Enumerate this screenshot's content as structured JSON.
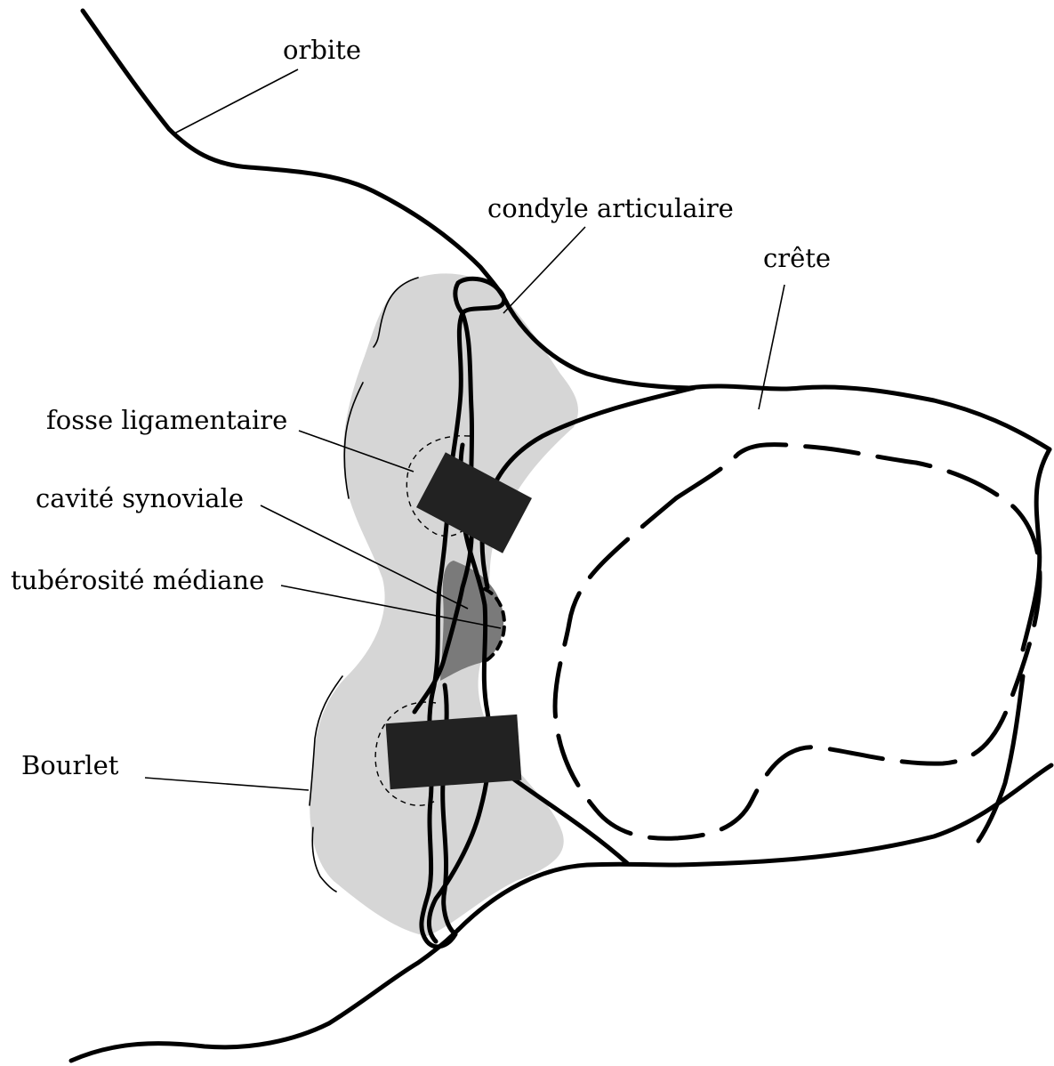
{
  "labels": {
    "orbite": "orbite",
    "condyle": "condyle articulaire",
    "crete": "crête",
    "fosse": "fosse ligamentaire",
    "cavite": "cavité synoviale",
    "tuberosite": "tubérosité médiane",
    "bourlet": "Bourlet"
  },
  "colors": {
    "ink": "#000000",
    "bourlet_fill": "#d6d6d6",
    "cavite_fill": "#7a7a7a",
    "ligament_blocks": "#222222",
    "background": "#ffffff"
  }
}
